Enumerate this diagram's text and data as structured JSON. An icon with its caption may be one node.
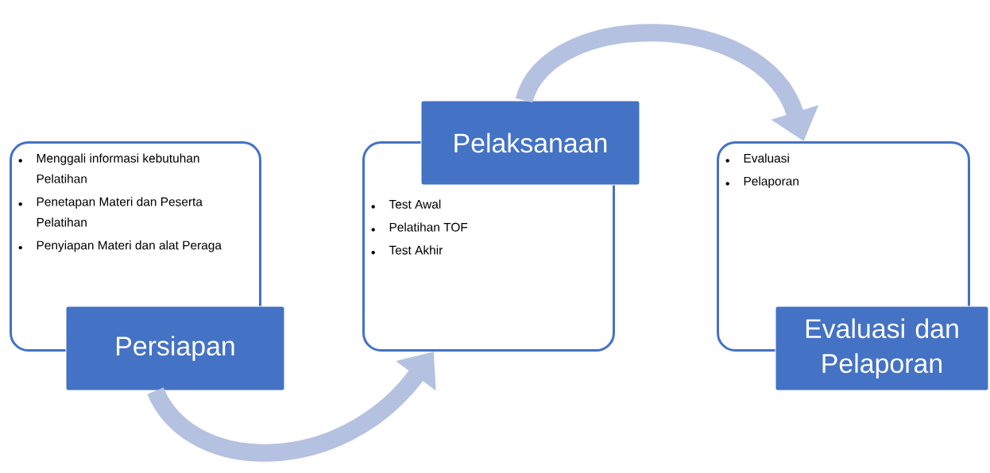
{
  "diagram": {
    "nodes": [
      {
        "text": [
          "Menggali informasi kebutuhan Pelatihan",
          "Penetapan Materi dan Peserta Pelatihan",
          "Penyiapan Materi dan alat Peraga"
        ]
      },
      {
        "text": [
          "Persiapan"
        ]
      },
      {
        "text": [
          "Test Awal",
          "Pelatihan TOF",
          "Test Akhir"
        ]
      },
      {
        "text": [
          "Pelaksanaan"
        ]
      },
      {
        "text": [
          "Evaluasi",
          "Pelaporan"
        ]
      },
      {
        "text": [
          "Evaluasi dan Pelaporan"
        ]
      }
    ],
    "edges": [
      {
        "from": 1,
        "to": 2,
        "arrow": "to"
      },
      {
        "from": 3,
        "to": 4,
        "arrow": "to"
      }
    ]
  }
}
